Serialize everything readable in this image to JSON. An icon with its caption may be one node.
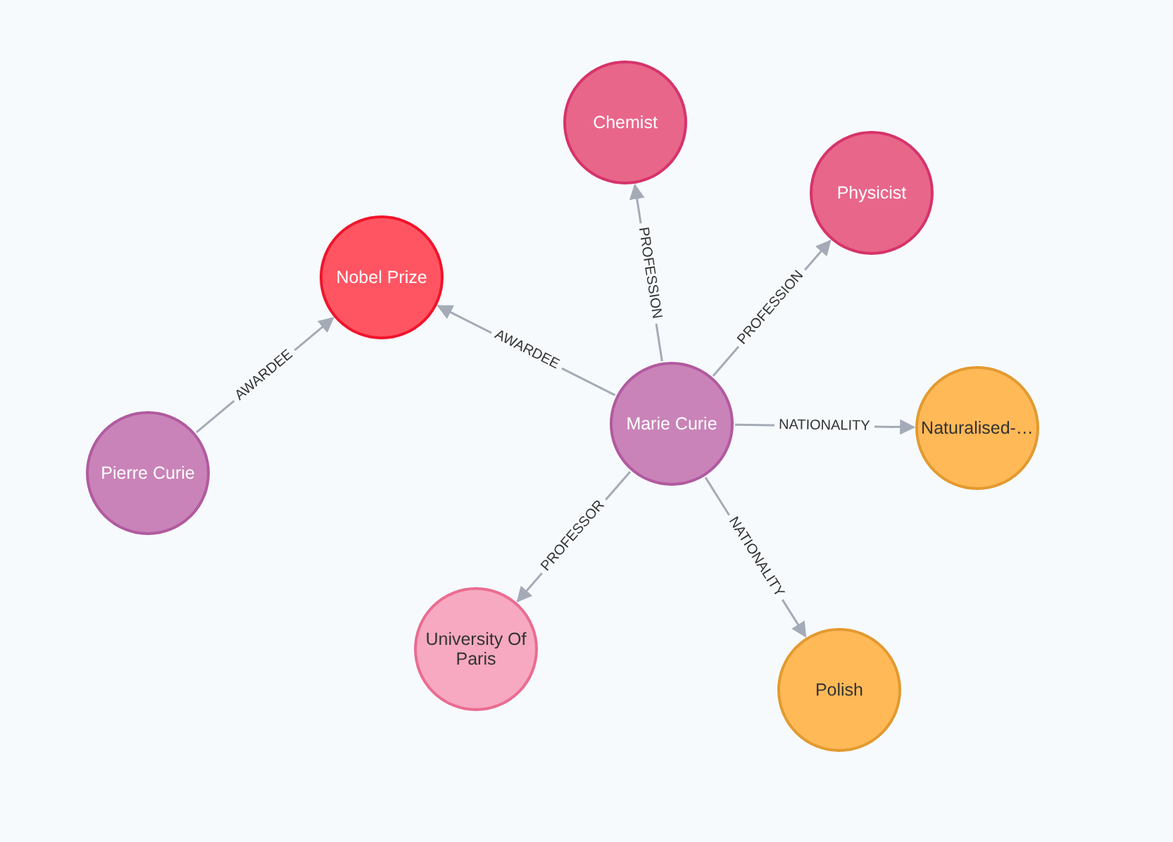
{
  "diagram": {
    "nodes": [
      {
        "text": [
          "Chemist"
        ]
      },
      {
        "text": [
          "Physicist"
        ]
      },
      {
        "text": [
          "Nobel Prize"
        ]
      },
      {
        "text": [
          "Naturalised-…"
        ]
      },
      {
        "text": [
          "Marie Curie"
        ]
      },
      {
        "text": [
          "Pierre Curie"
        ]
      },
      {
        "text": [
          "University Of Paris"
        ]
      },
      {
        "text": [
          "Polish"
        ]
      }
    ],
    "edges": [
      {
        "from": 4,
        "to": 0,
        "arrow": "to",
        "label": "PROFESSION"
      },
      {
        "from": 4,
        "to": 1,
        "arrow": "to",
        "label": "PROFESSION"
      },
      {
        "from": 4,
        "to": 2,
        "arrow": "to",
        "label": "AWARDEE"
      },
      {
        "from": 5,
        "to": 2,
        "arrow": "to",
        "label": "AWARDEE"
      },
      {
        "from": 4,
        "to": 3,
        "arrow": "to",
        "label": "NATIONALITY"
      },
      {
        "from": 4,
        "to": 7,
        "arrow": "to",
        "label": "NATIONALITY"
      },
      {
        "from": 4,
        "to": 6,
        "arrow": "to",
        "label": "PROFESSOR"
      }
    ]
  }
}
